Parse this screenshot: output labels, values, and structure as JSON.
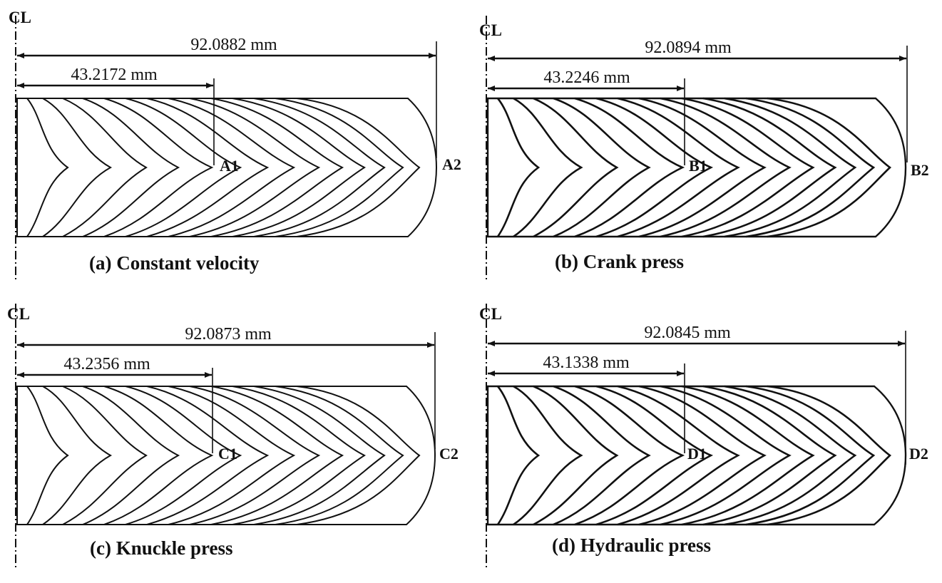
{
  "panels": [
    {
      "id": "a",
      "caption": "(a) Constant velocity",
      "centerline": "CL",
      "dim_total": "92.0882 mm",
      "dim_inner": "43.2172 mm",
      "point_inner": "A1",
      "point_outer": "A2"
    },
    {
      "id": "b",
      "caption": "(b) Crank press",
      "centerline": "CL",
      "dim_total": "92.0894 mm",
      "dim_inner": "43.2246 mm",
      "point_inner": "B1",
      "point_outer": "B2"
    },
    {
      "id": "c",
      "caption": "(c) Knuckle press",
      "centerline": "CL",
      "dim_total": "92.0873 mm",
      "dim_inner": "43.2356 mm",
      "point_inner": "C1",
      "point_outer": "C2"
    },
    {
      "id": "d",
      "caption": "(d) Hydraulic press",
      "centerline": "CL",
      "dim_total": "92.0845 mm",
      "dim_inner": "43.1338 mm",
      "point_inner": "D1",
      "point_outer": "D2"
    }
  ]
}
